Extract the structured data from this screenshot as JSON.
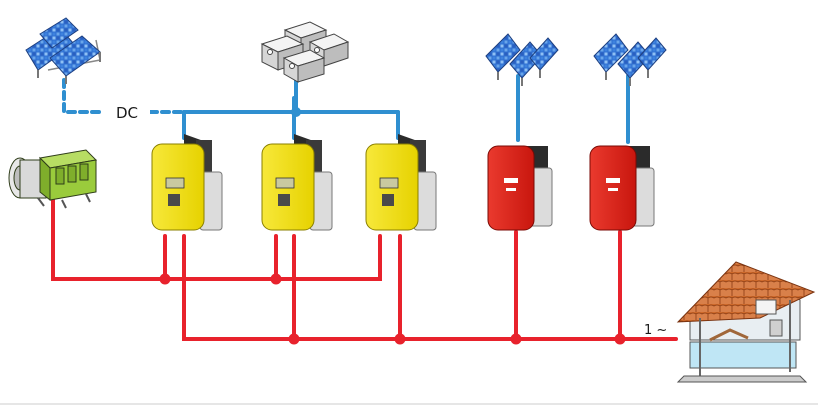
{
  "labels": {
    "dc": "DC",
    "ac_phase": "1 ~"
  },
  "colors": {
    "dc_line": "#2f8fd0",
    "ac_line": "#e8222c",
    "battery_inverter": "#f2e21a",
    "pv_inverter": "#e1251b",
    "solar_cell": "#2f6fd0",
    "generator": "#9acb3c",
    "roof": "#cf6a2b",
    "pool": "#bfe6f5"
  },
  "components": {
    "battery_inverters": 3,
    "pv_inverters": 2,
    "pv_arrays": 3,
    "battery_bank": 1,
    "generator": 1,
    "house": 1
  },
  "icons": [
    "solar-panel-icon",
    "battery-bank-icon",
    "generator-icon",
    "inverter-icon",
    "house-icon"
  ]
}
